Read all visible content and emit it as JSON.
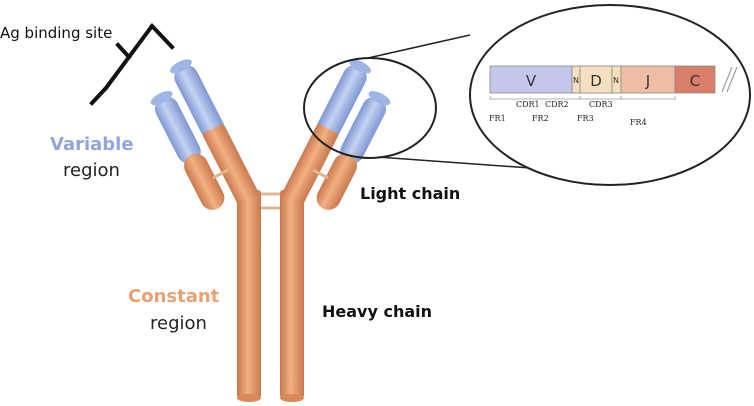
{
  "labels": {
    "ag_binding_site": "Ag binding site",
    "variable": "Variable",
    "variable_region": "region",
    "constant": "Constant",
    "constant_region": "region",
    "light_chain": "Light chain",
    "heavy_chain": "Heavy chain"
  },
  "gene_segments": {
    "v": "V",
    "n1": "N",
    "d": "D",
    "n2": "N",
    "j": "J",
    "c": "C"
  },
  "regions": {
    "cdr1": "CDR1",
    "cdr2": "CDR2",
    "cdr3": "CDR3",
    "fr1": "FR1",
    "fr2": "FR2",
    "fr3": "FR3",
    "fr4": "FR4"
  },
  "colors": {
    "variable_label": "#8fa6dc",
    "constant_label": "#e8a173",
    "variable_domain": "#a9bde7",
    "constant_domain": "#e49a6b",
    "constant_dark": "#c9794c",
    "v_segment": "#c3c7ec",
    "nd_segment": "#f6dfc1",
    "j_segment": "#efbda3",
    "c_segment": "#d87e69",
    "outline": "#222222"
  }
}
